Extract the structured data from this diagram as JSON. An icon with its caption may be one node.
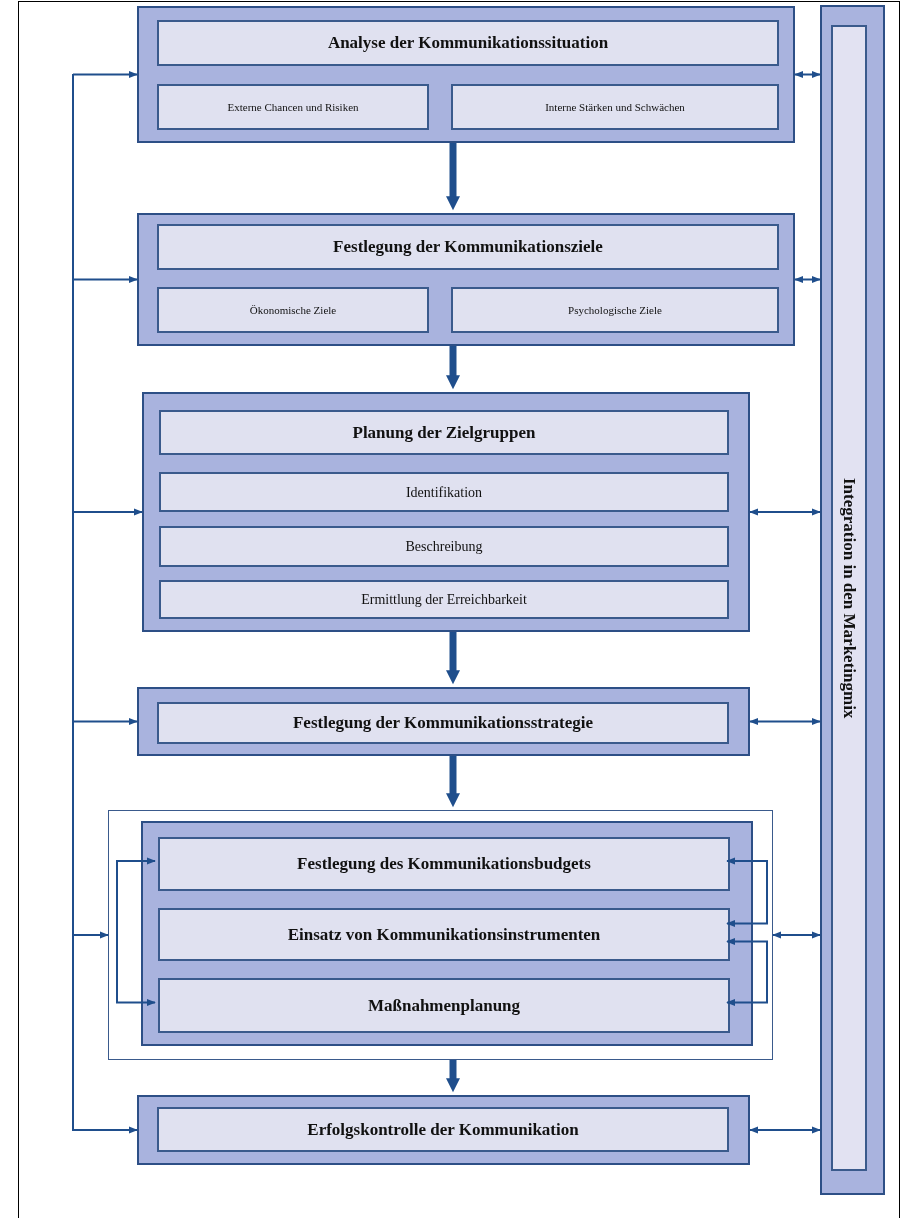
{
  "diagram": {
    "nodes": [
      {
        "text": [],
        "shape": "box"
      },
      {
        "text": [
          "Analyse der Kommunikationssituation"
        ],
        "in": 0
      },
      {
        "text": [
          "Externe Chancen und Risiken"
        ],
        "in": 0
      },
      {
        "text": [
          "Interne Stärken und Schwächen"
        ],
        "in": 0
      },
      {
        "text": [],
        "shape": "box"
      },
      {
        "text": [
          "Festlegung der Kommunikationsziele"
        ],
        "in": 4
      },
      {
        "text": [
          "Ökonomische Ziele"
        ],
        "in": 4
      },
      {
        "text": [
          "Psychologische Ziele"
        ],
        "in": 4
      },
      {
        "text": [],
        "shape": "box"
      },
      {
        "text": [
          "Planung der Zielgruppen"
        ],
        "in": 8
      },
      {
        "text": [
          "Identifikation"
        ],
        "in": 8
      },
      {
        "text": [
          "Beschreibung"
        ],
        "in": 8
      },
      {
        "text": [
          "Ermittlung der Erreichbarkeit"
        ],
        "in": 8
      },
      {
        "text": [],
        "shape": "box"
      },
      {
        "text": [
          "Festlegung der Kommunikationsstrategie"
        ],
        "in": 13
      },
      {
        "text": [],
        "shape": "box"
      },
      {
        "text": [],
        "shape": "box",
        "in": 15
      },
      {
        "text": [
          "Festlegung des Kommunikationsbudgets"
        ],
        "in": 16
      },
      {
        "text": [
          "Einsatz von Kommunikationsinstrumenten"
        ],
        "in": 16
      },
      {
        "text": [
          "Maßnahmenplanung"
        ],
        "in": 16
      },
      {
        "text": [],
        "shape": "box"
      },
      {
        "text": [
          "Erfolgskontrolle der Kommunikation"
        ],
        "in": 20
      },
      {
        "text": [
          "Integration in den Marketingmix"
        ]
      }
    ],
    "edges": [
      {
        "from": 0,
        "to": 4,
        "arrow": "to",
        "style": "thick"
      },
      {
        "from": 4,
        "to": 8,
        "arrow": "to",
        "style": "thick"
      },
      {
        "from": 8,
        "to": 13,
        "arrow": "to",
        "style": "thick"
      },
      {
        "from": 13,
        "to": 15,
        "arrow": "to",
        "style": "thick"
      },
      {
        "from": 15,
        "to": 20,
        "arrow": "to",
        "style": "thick"
      },
      {
        "from": null,
        "to": 0,
        "arrow": "to"
      },
      {
        "from": null,
        "to": 4,
        "arrow": "to"
      },
      {
        "from": null,
        "to": 8,
        "arrow": "to"
      },
      {
        "from": null,
        "to": 13,
        "arrow": "to"
      },
      {
        "from": null,
        "to": 15,
        "arrow": "to"
      },
      {
        "from": null,
        "to": 20,
        "arrow": "to"
      },
      {
        "from": null,
        "to": 17,
        "arrow": "to"
      },
      {
        "from": null,
        "to": 19,
        "arrow": "to"
      },
      {
        "from": 17,
        "to": 18,
        "arrow": "both"
      },
      {
        "from": 18,
        "to": 19,
        "arrow": "both"
      },
      {
        "from": 0,
        "to": 22,
        "arrow": "both"
      },
      {
        "from": 4,
        "to": 22,
        "arrow": "both"
      },
      {
        "from": 8,
        "to": 22,
        "arrow": "both"
      },
      {
        "from": 13,
        "to": 22,
        "arrow": "both"
      },
      {
        "from": 15,
        "to": 22,
        "arrow": "both"
      },
      {
        "from": 20,
        "to": 22,
        "arrow": "both"
      }
    ]
  }
}
